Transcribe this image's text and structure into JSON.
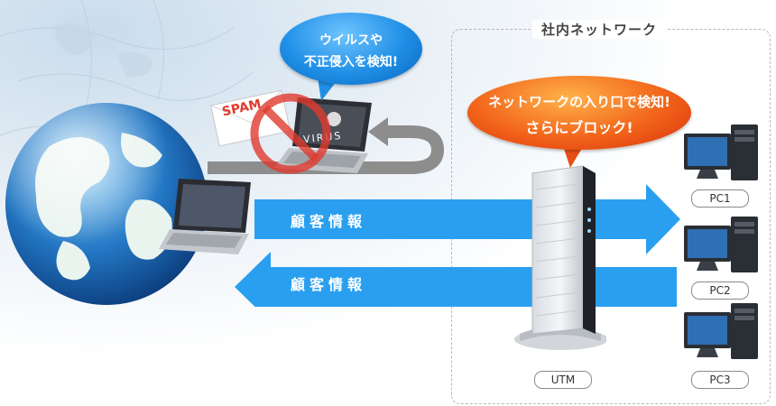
{
  "network": {
    "title": "社内ネットワーク"
  },
  "bubbles": {
    "virus_detect": {
      "line1": "ウイルスや",
      "line2": "不正侵入を検知!"
    },
    "entry_block": {
      "line1": "ネットワークの入り口で検知!",
      "line2": "さらにブロック!"
    }
  },
  "arrows": {
    "outbound_label": "顧客情報",
    "inbound_label": "顧客情報"
  },
  "spam": {
    "label": "SPAM"
  },
  "virus": {
    "label": "VIRUS"
  },
  "utm": {
    "label": "UTM"
  },
  "pcs": [
    {
      "label": "PC1"
    },
    {
      "label": "PC2"
    },
    {
      "label": "PC3"
    }
  ],
  "colors": {
    "arrow_blue": "#2a9ff0",
    "bubble_blue": "#1f8fe6",
    "bubble_orange": "#f2641a",
    "prohibit_red": "#e03a2e"
  }
}
